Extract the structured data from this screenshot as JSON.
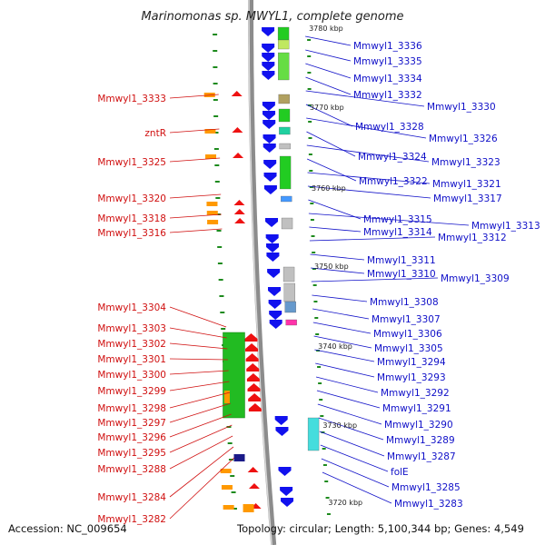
{
  "title": "Marinomonas sp. MWYL1, complete genome",
  "accession": "Accession: NC_009654",
  "topology": "Topology: circular; Length: 5,100,344 bp; Genes: 4,549",
  "colors": {
    "left_label": "#d01010",
    "right_label": "#1010c8",
    "forward_gene": "#ee1111",
    "reverse_gene": "#1111ee",
    "backbone": "#8c8c8c",
    "tick": "#1d8a1d"
  },
  "scale_labels": [
    "3780 kbp",
    "3770 kbp",
    "3760 kbp",
    "3750 kbp",
    "3740 kbp",
    "3730 kbp",
    "3720 kbp"
  ],
  "left_labels": [
    "Mmwyl1_3333",
    "zntR",
    "Mmwyl1_3325",
    "Mmwyl1_3320",
    "Mmwyl1_3318",
    "Mmwyl1_3316",
    "Mmwyl1_3304",
    "Mmwyl1_3303",
    "Mmwyl1_3302",
    "Mmwyl1_3301",
    "Mmwyl1_3300",
    "Mmwyl1_3299",
    "Mmwyl1_3298",
    "Mmwyl1_3297",
    "Mmwyl1_3296",
    "Mmwyl1_3295",
    "Mmwyl1_3288",
    "Mmwyl1_3284",
    "Mmwyl1_3282"
  ],
  "right_labels": [
    "Mmwyl1_3336",
    "Mmwyl1_3335",
    "Mmwyl1_3334",
    "Mmwyl1_3332",
    "Mmwyl1_3330",
    "Mmwyl1_3328",
    "Mmwyl1_3326",
    "Mmwyl1_3324",
    "Mmwyl1_3323",
    "Mmwyl1_3322",
    "Mmwyl1_3321",
    "Mmwyl1_3317",
    "Mmwyl1_3315",
    "Mmwyl1_3313",
    "Mmwyl1_3314",
    "Mmwyl1_3312",
    "Mmwyl1_3311",
    "Mmwyl1_3310",
    "Mmwyl1_3309",
    "Mmwyl1_3308",
    "Mmwyl1_3307",
    "Mmwyl1_3306",
    "Mmwyl1_3305",
    "Mmwyl1_3294",
    "Mmwyl1_3293",
    "Mmwyl1_3292",
    "Mmwyl1_3291",
    "Mmwyl1_3290",
    "Mmwyl1_3289",
    "Mmwyl1_3287",
    "folE",
    "Mmwyl1_3285",
    "Mmwyl1_3283"
  ]
}
